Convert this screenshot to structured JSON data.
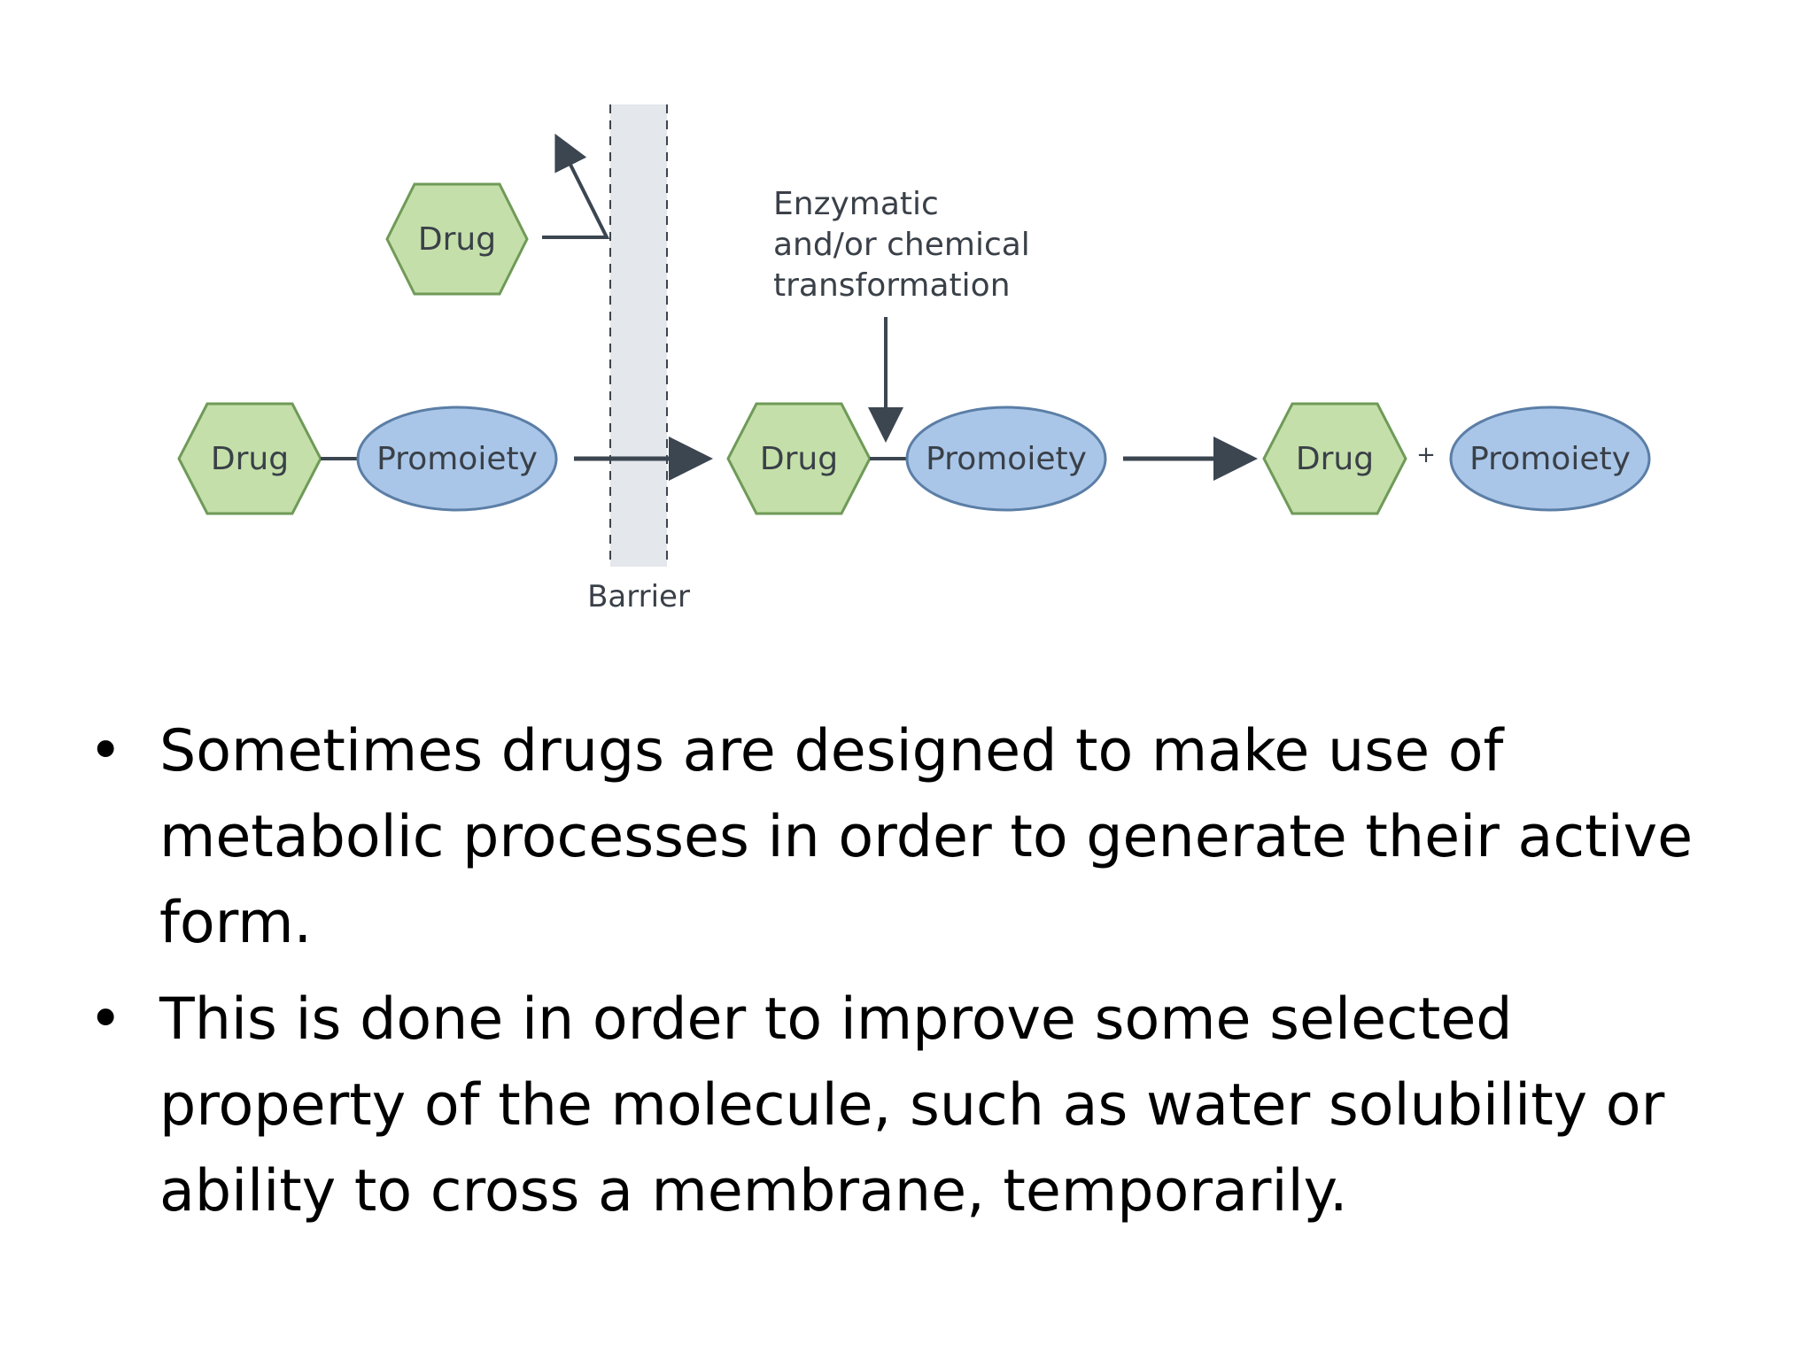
{
  "diagram": {
    "labels": {
      "drug": "Drug",
      "promoiety": "Promoiety",
      "barrier": "Barrier",
      "plus": "+",
      "transformation_line1": "Enzymatic",
      "transformation_line2": "and/or chemical",
      "transformation_line3": "transformation"
    },
    "colors": {
      "hexagon_fill": "#c4dfa9",
      "hexagon_stroke": "#6f9a58",
      "ellipse_fill": "#a9c6e8",
      "ellipse_stroke": "#5b7ea6",
      "arrow": "#3c4650",
      "barrier_fill": "#e4e7eb",
      "text": "#3a4048"
    }
  },
  "bullets": [
    "Sometimes drugs are designed to make use of metabolic processes in order to generate their active form.",
    "This is done in order to improve some selected property of the molecule, such as water solubility or ability to cross a membrane, temporarily."
  ],
  "bullet_symbol": "•"
}
